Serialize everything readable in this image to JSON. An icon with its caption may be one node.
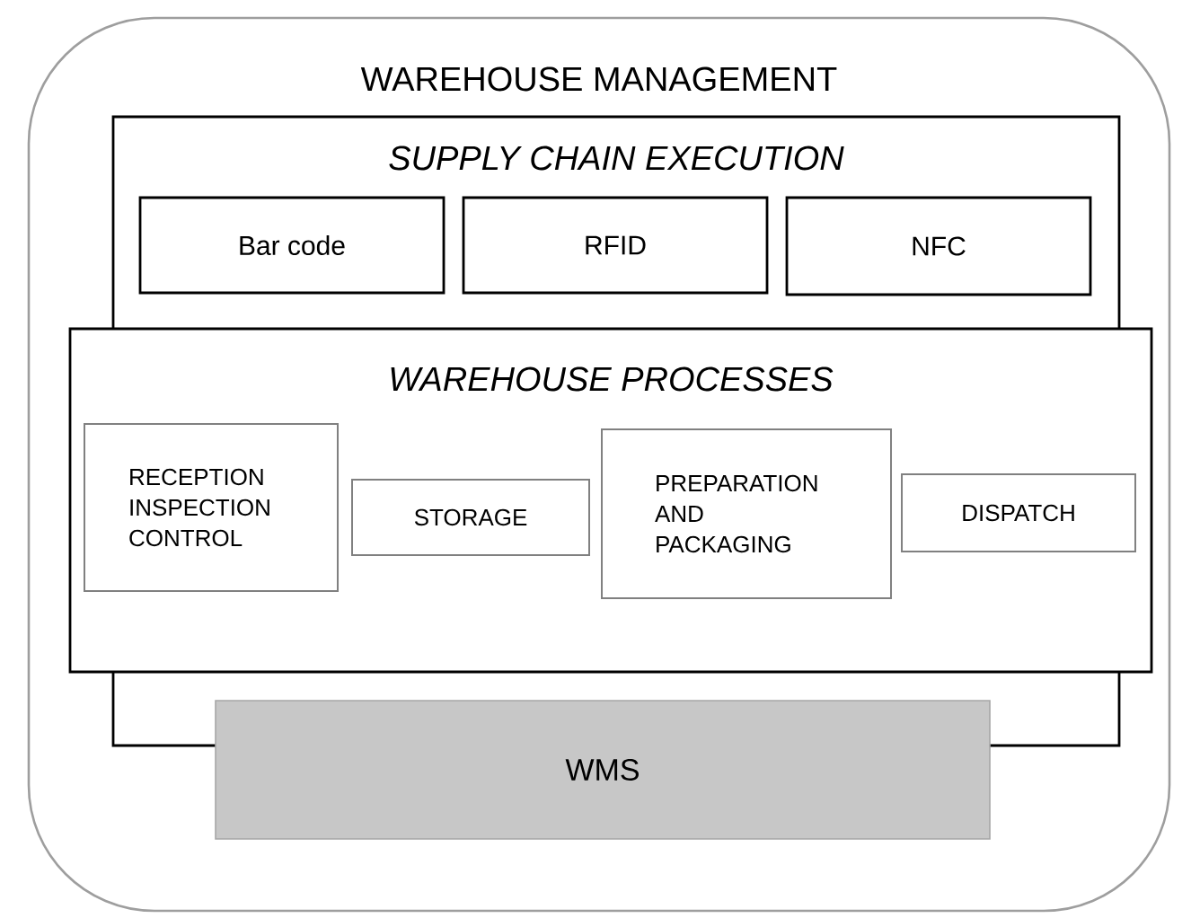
{
  "diagram": {
    "nodes": [
      {
        "text": [
          "WAREHOUSE MANAGEMENT"
        ]
      },
      {
        "text": [
          "SUPPLY CHAIN EXECUTION"
        ],
        "in": 0
      },
      {
        "text": [
          "Bar code"
        ],
        "in": 1
      },
      {
        "text": [
          "RFID"
        ],
        "in": 1
      },
      {
        "text": [
          "NFC"
        ],
        "in": 1
      },
      {
        "text": [
          "WAREHOUSE PROCESSES"
        ],
        "in": 0
      },
      {
        "text": [
          "RECEPTION INSPECTION CONTROL"
        ],
        "in": 5
      },
      {
        "text": [
          "STORAGE"
        ],
        "in": 5
      },
      {
        "text": [
          "PREPARATION AND PACKAGING"
        ],
        "in": 5
      },
      {
        "text": [
          "DISPATCH"
        ],
        "in": 5
      },
      {
        "text": [
          "WMS"
        ],
        "in": 0
      }
    ]
  }
}
